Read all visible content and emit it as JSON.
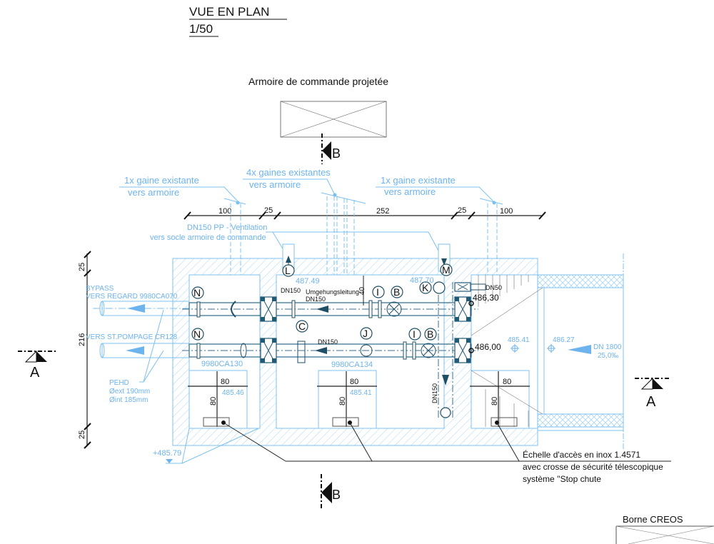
{
  "title": {
    "main": "VUE EN PLAN",
    "scale": "1/50"
  },
  "cabinet": {
    "label": "Armoire de commande projetée"
  },
  "sections": {
    "a_left": "A",
    "a_right": "A",
    "b_top": "B",
    "b_bottom": "B"
  },
  "ducts": {
    "left": {
      "line1": "1x gaine existante",
      "line2": "vers armoire"
    },
    "middle": {
      "line1": "4x gaines existantes",
      "line2": "vers armoire"
    },
    "right": {
      "line1": "1x gaine existante",
      "line2": "vers armoire"
    }
  },
  "dimensions": {
    "top": [
      "100",
      "25",
      "252",
      "25",
      "100"
    ],
    "left": [
      "25",
      "216",
      "25"
    ],
    "valve_gap": "40",
    "hatch": [
      "80",
      "80",
      "80",
      "80",
      "80",
      "80"
    ]
  },
  "ventilation": {
    "line1": "DN150 PP - Ventilation",
    "line2": "vers socle armoire de commande"
  },
  "outlets": {
    "bypass_line1": "BYPASS",
    "bypass_line2": "VERS REGARD 9980CA070",
    "pump": "VERS ST.POMPAGE CR128",
    "pipe_material": "PEHD",
    "pipe_ext": "Øext 190mm",
    "pipe_int": "Øint 185mm"
  },
  "chambers": {
    "left_id": "9980CA130",
    "middle_id": "9980CA134",
    "left_level": "485.46",
    "middle_level": "485.41",
    "bottom_level": "+485.79"
  },
  "pipes": {
    "bypass_label_1": "Umgehungsleitung",
    "bypass_label_2": "DN150",
    "lower_dn": "DN150",
    "l_dn": "DN150",
    "vertical_dn": "DN150",
    "drain_dn": "DN50",
    "elev_l": "487.49",
    "elev_m": "487.70",
    "inv_upper": "486,30",
    "inv_lower": "486,00",
    "inlet_level_1": "485.41",
    "inlet_level_2": "486.27",
    "inlet_dn": "DN 1800",
    "inlet_slope": "25,0‰"
  },
  "fittings": {
    "n1": "N",
    "n2": "N",
    "l": "L",
    "c": "C",
    "j": "J",
    "i1": "I",
    "b1": "B",
    "i2": "I",
    "b2": "B",
    "k": "K",
    "m": "M"
  },
  "ladder_note": {
    "line1": "Échelle d'accès en inox 1.4571",
    "line2": "avec crosse de sécurité télescopique",
    "line3": "système ''Stop chute"
  },
  "borne": {
    "label": "Borne CREOS"
  }
}
